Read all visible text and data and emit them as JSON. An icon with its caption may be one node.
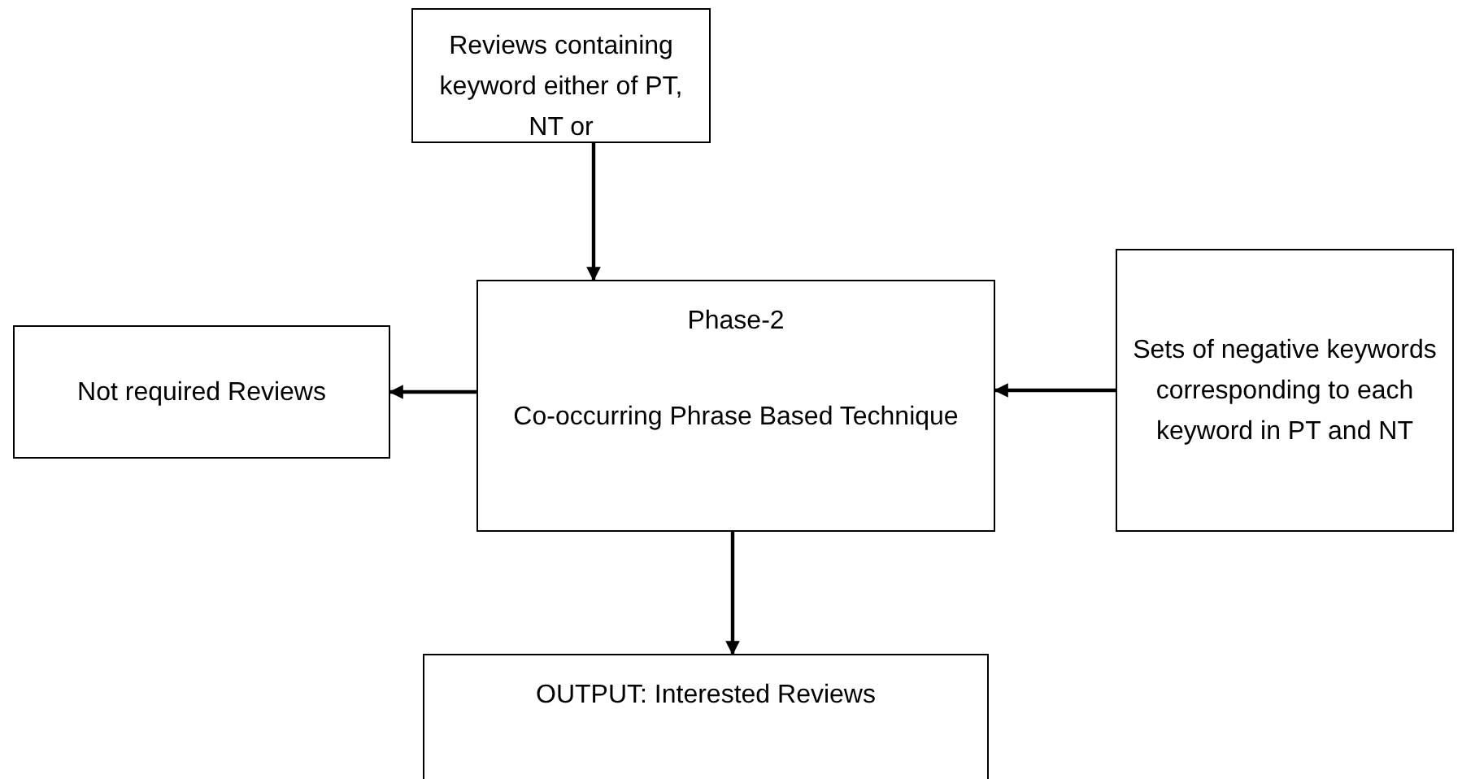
{
  "diagram": {
    "nodes": [
      {
        "text": [
          "Reviews containing keyword either of PT, NT or"
        ]
      },
      {
        "text": [
          "Phase-2",
          "Co-occurring Phrase Based Technique"
        ]
      },
      {
        "text": [
          "Not required Reviews"
        ]
      },
      {
        "text": [
          "Sets of negative keywords corresponding to each keyword in PT and NT"
        ]
      },
      {
        "text": [
          "OUTPUT: Interested Reviews"
        ]
      }
    ],
    "edges": [
      {
        "from": 0,
        "to": 1,
        "arrow": "to"
      },
      {
        "from": 3,
        "to": 1,
        "arrow": "to"
      },
      {
        "from": 1,
        "to": 2,
        "arrow": "to"
      },
      {
        "from": 1,
        "to": 4,
        "arrow": "to"
      }
    ]
  }
}
